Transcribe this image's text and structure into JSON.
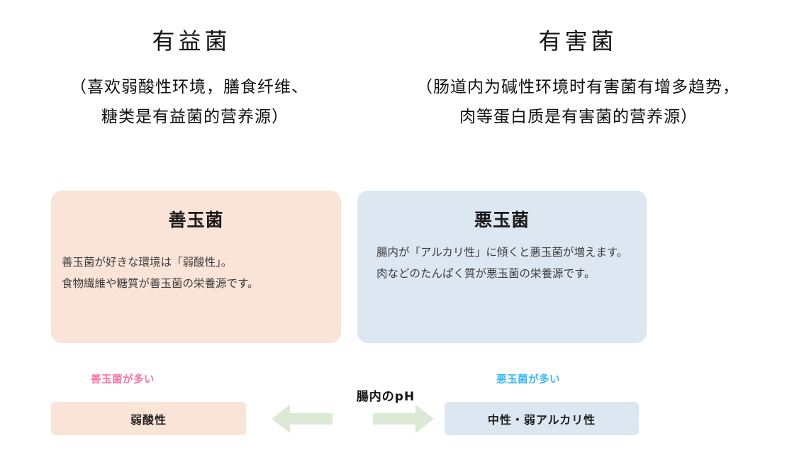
{
  "annotations": {
    "left": {
      "title": "有益菌",
      "sub_line1": "（喜欢弱酸性环境，膳食纤维、",
      "sub_line2": "糖类是有益菌的营养源）"
    },
    "right": {
      "title": "有害菌",
      "sub_line1": "（肠道内为碱性环境时有害菌有增多趋势，",
      "sub_line2": "肉等蛋白质是有害菌的营养源）"
    }
  },
  "cards": {
    "good": {
      "title": "善玉菌",
      "body_line1": "善玉菌が好きな環境は「弱酸性」。",
      "body_line2": "食物繊維や糖質が善玉菌の栄養源です。",
      "bg_color": "#fae3d7"
    },
    "bad": {
      "title": "悪玉菌",
      "body": "腸内が「アルカリ性」に傾くと悪玉菌が増えます。肉などのたんぱく質が悪玉菌の栄養源です。",
      "bg_color": "#dde7f2"
    }
  },
  "ph_strip": {
    "good_label": "善玉菌が多い",
    "good_label_color": "#f573a6",
    "bad_label": "悪玉菌が多い",
    "bad_label_color": "#3bb8ef",
    "center_label": "腸内のpH",
    "good_bar": "弱酸性",
    "bad_bar": "中性・弱アルカリ性",
    "arrow_color": "#dce9d5",
    "left_arrow_icon": "arrow-left-icon",
    "right_arrow_icon": "arrow-right-icon"
  }
}
